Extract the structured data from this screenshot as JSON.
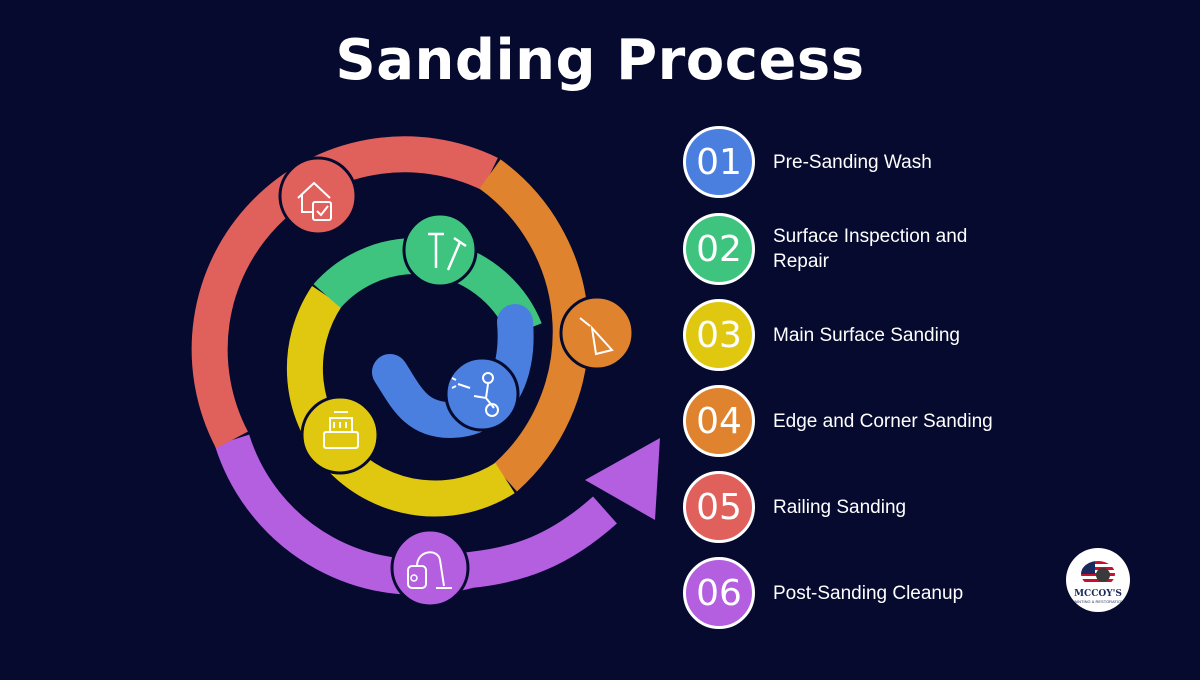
{
  "title": "Sanding Process",
  "colors": {
    "background": "#050a2e",
    "blue": "#4a7fe0",
    "green": "#3ec47e",
    "yellow": "#e0c811",
    "orange": "#e0832e",
    "red": "#e0605c",
    "purple": "#b45ee0"
  },
  "steps": [
    {
      "number": "01",
      "label": "Pre-Sanding Wash",
      "color": "#4a7fe0",
      "icon": "pressure-washer-icon"
    },
    {
      "number": "02",
      "label": "Surface Inspection and Repair",
      "color": "#3ec47e",
      "icon": "nails-icon"
    },
    {
      "number": "03",
      "label": "Main Surface Sanding",
      "color": "#e0c811",
      "icon": "floor-sander-icon"
    },
    {
      "number": "04",
      "label": "Edge and Corner Sanding",
      "color": "#e0832e",
      "icon": "trowel-icon"
    },
    {
      "number": "05",
      "label": "Railing Sanding",
      "color": "#e0605c",
      "icon": "house-check-icon"
    },
    {
      "number": "06",
      "label": "Post-Sanding Cleanup",
      "color": "#b45ee0",
      "icon": "vacuum-icon"
    }
  ],
  "logo": {
    "name": "MCCOY'S",
    "tagline": "PAINTING & RESTORATION"
  }
}
